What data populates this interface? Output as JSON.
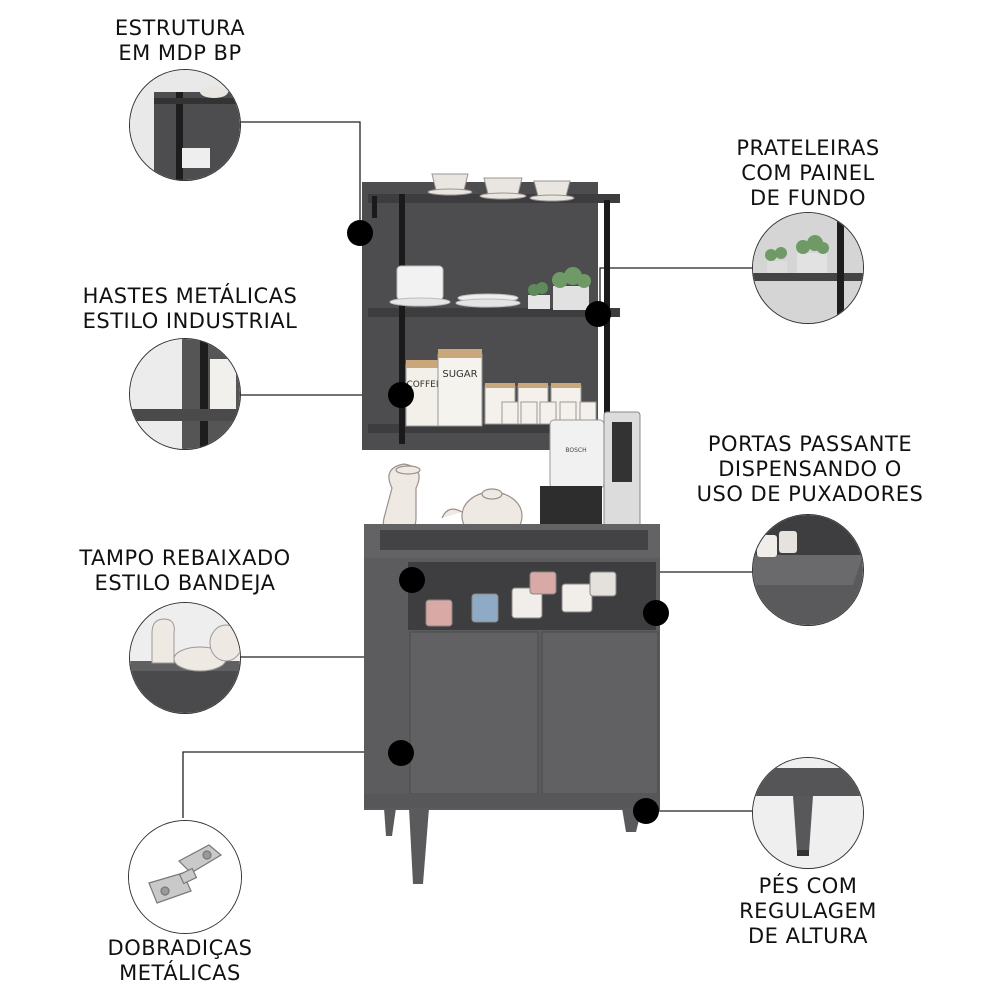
{
  "callouts": [
    {
      "id": "estrutura",
      "lines": [
        "ESTRUTURA",
        "EM MDP BP"
      ]
    },
    {
      "id": "hastes",
      "lines": [
        "HASTES METÁLICAS",
        "ESTILO INDUSTRIAL"
      ]
    },
    {
      "id": "tampo",
      "lines": [
        "TAMPO REBAIXADO",
        "ESTILO BANDEJA"
      ]
    },
    {
      "id": "dobradicas",
      "lines": [
        "DOBRADIÇAS",
        "METÁLICAS"
      ]
    },
    {
      "id": "prateleiras",
      "lines": [
        "PRATELEIRAS",
        "COM PAINEL",
        "DE FUNDO"
      ]
    },
    {
      "id": "portas",
      "lines": [
        "PORTAS PASSANTE",
        "DISPENSANDO O",
        "USO DE PUXADORES"
      ]
    },
    {
      "id": "pes",
      "lines": [
        "PÉS COM",
        "REGULAGEM",
        "DE ALTURA"
      ]
    }
  ],
  "product_text": {
    "coffee": "COFFEE",
    "sugar": "SUGAR",
    "brand": "BOSCH"
  },
  "colors": {
    "cabinet": "#5f5f5f",
    "cabinet_dark": "#4a4a4a",
    "metal": "#1f1f1f",
    "dot": "#000000"
  }
}
